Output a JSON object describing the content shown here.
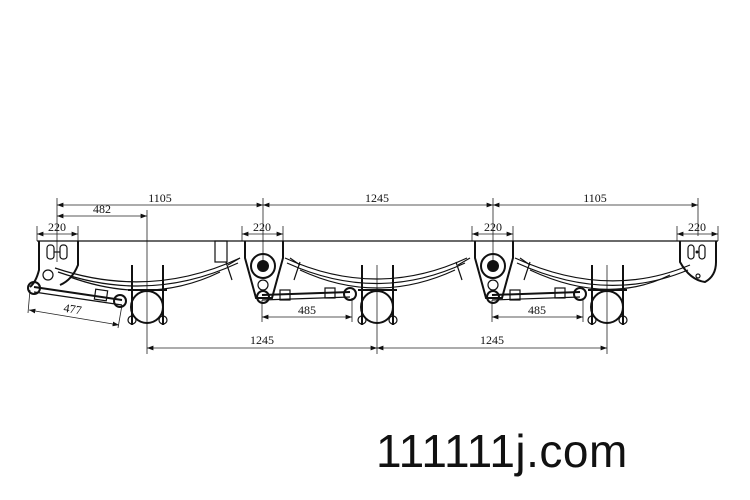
{
  "drawing": {
    "top_dimensions": [
      "1105",
      "1245",
      "1105"
    ],
    "offset_dimension": "482",
    "hanger_widths": [
      "220",
      "220",
      "220",
      "220"
    ],
    "torque_rod_dimensions": [
      "477",
      "485",
      "485"
    ],
    "axle_spacing_dimensions": [
      "1245",
      "1245"
    ]
  },
  "watermark": "111111j.com"
}
